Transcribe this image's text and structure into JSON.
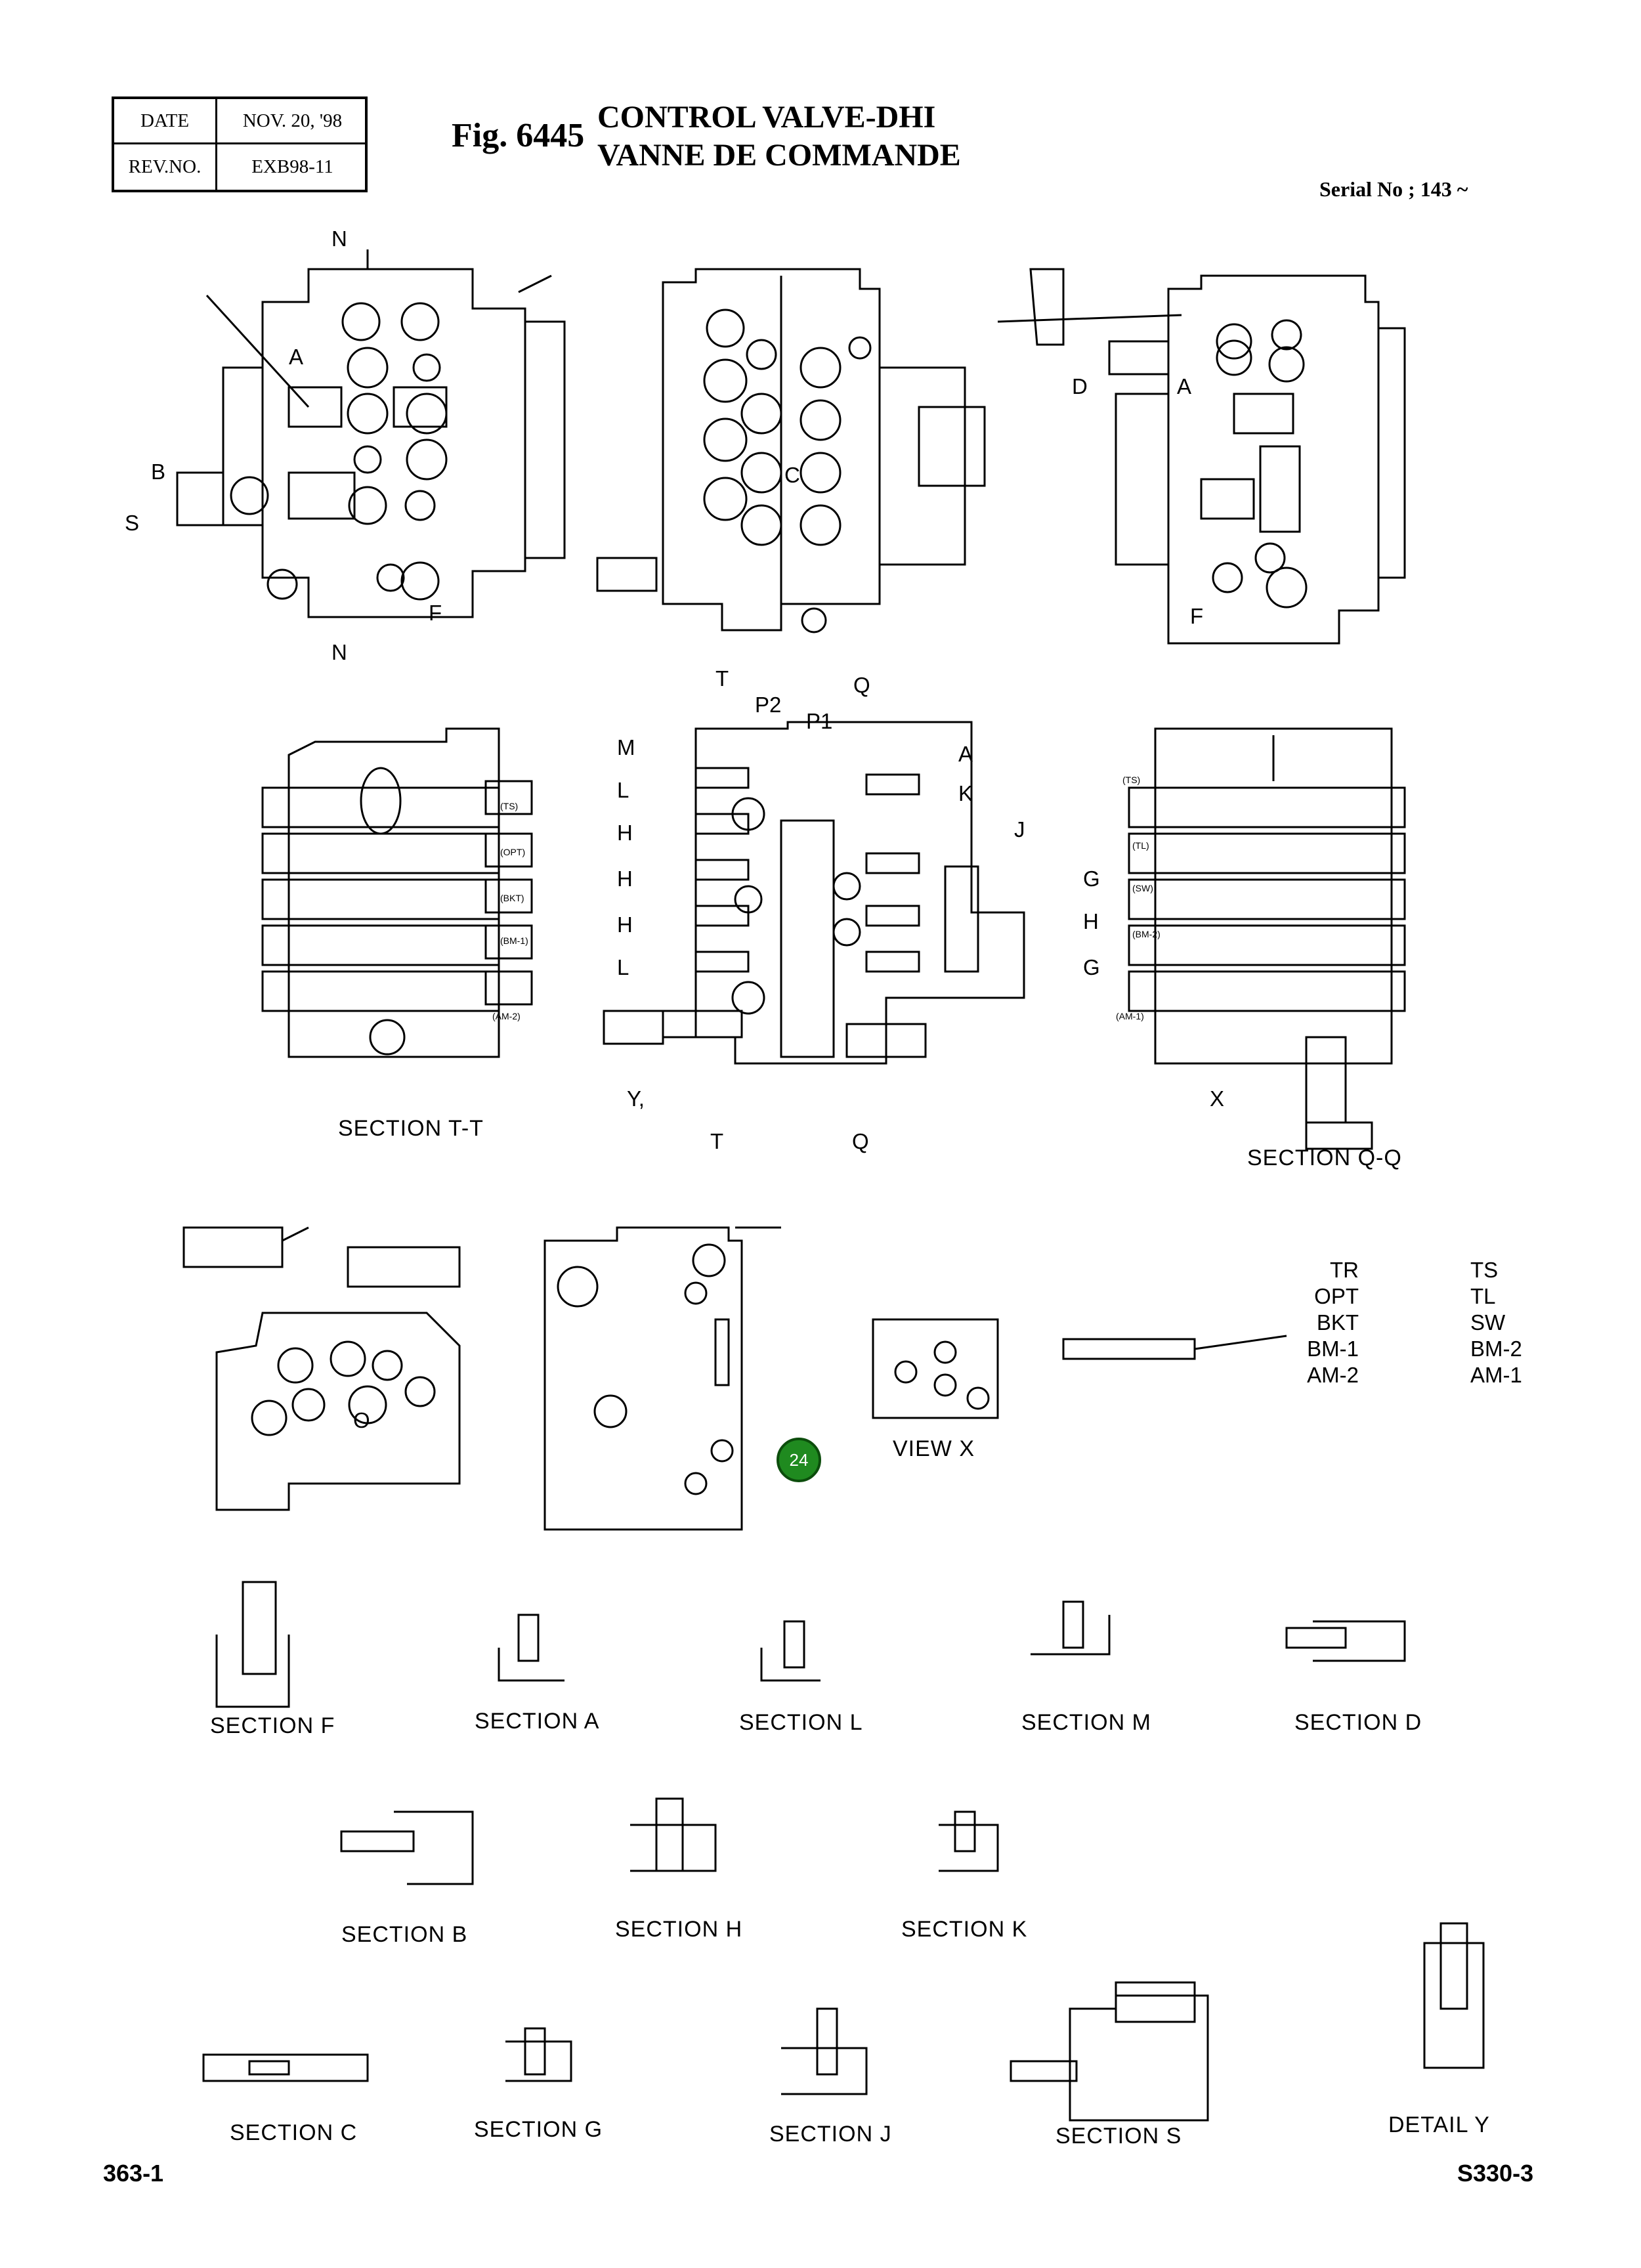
{
  "header": {
    "date_label": "DATE",
    "date_value": "NOV. 20, '98",
    "rev_label": "REV.NO.",
    "rev_value": "EXB98-11",
    "fig_number": "Fig. 6445",
    "title_en": "CONTROL VALVE-DHI",
    "title_fr": "VANNE DE COMMANDE",
    "serial": "Serial No ; 143 ~"
  },
  "view_labels": {
    "n_top": "N",
    "n_bottom": "N",
    "a1": "A",
    "b1": "B",
    "s1": "S",
    "f1": "F",
    "c1": "C",
    "d1": "D",
    "a2": "A",
    "f2": "F",
    "t_top": "T",
    "p2": "P2",
    "p1": "P1",
    "q_top": "Q",
    "m": "M",
    "l1": "L",
    "h1": "H",
    "h2": "H",
    "h3": "H",
    "l2": "L",
    "a3": "A",
    "k": "K",
    "j": "J",
    "y": "Y,",
    "t_bottom": "T",
    "q_bottom": "Q",
    "g1": "G",
    "h4": "H",
    "g2": "G",
    "x": "X",
    "o": "O"
  },
  "small_tags": {
    "ts": "(TS)",
    "opt": "(OPT)",
    "bkt": "(BKT)",
    "bm1": "(BM-1)",
    "am2": "(AM-2)",
    "ts2": "(TS)",
    "tl": "(TL)",
    "sw": "(SW)",
    "bm2": "(BM-2)",
    "am1": "(AM-1)"
  },
  "sections": {
    "tt": "SECTION  T-T",
    "qq": "SECTION  Q-Q",
    "view_x": "VIEW X",
    "f": "SECTION  F",
    "a": "SECTION  A",
    "l": "SECTION  L",
    "m": "SECTION  M",
    "d": "SECTION  D",
    "b": "SECTION  B",
    "h": "SECTION  H",
    "k": "SECTION  K",
    "c": "SECTION  C",
    "g": "SECTION  G",
    "j": "SECTION  J",
    "s": "SECTION  S",
    "detail_y": "DETAIL  Y"
  },
  "legend": {
    "left": [
      "TR",
      "OPT",
      "BKT",
      "BM-1",
      "AM-2"
    ],
    "right": [
      "TS",
      "TL",
      "SW",
      "BM-2",
      "AM-1"
    ]
  },
  "callout": {
    "number": "24",
    "color": "#1f8a1f"
  },
  "footer": {
    "page": "363-1",
    "code": "S330-3"
  }
}
